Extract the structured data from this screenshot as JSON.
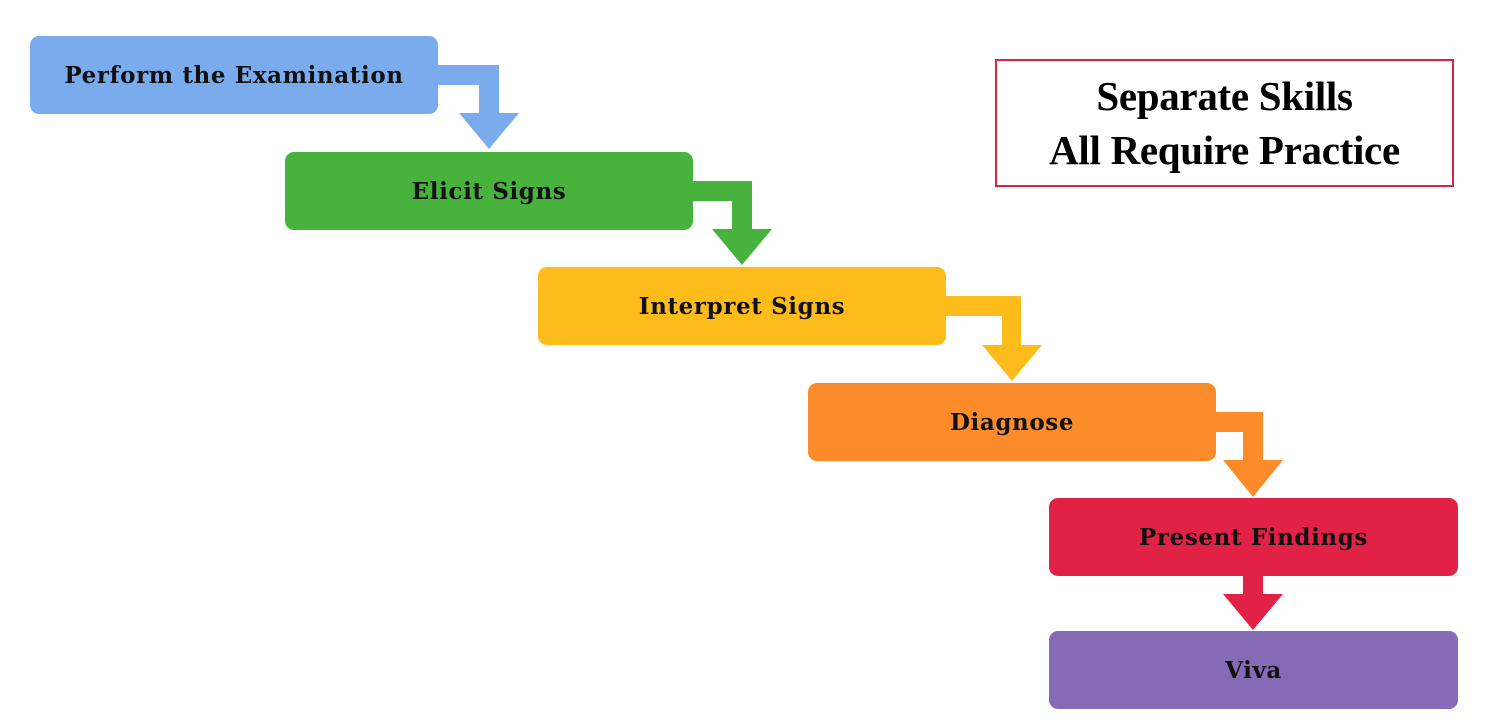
{
  "title": {
    "line1": "Separate Skills",
    "line2": "All Require Practice",
    "border_color": "#d7263d"
  },
  "steps": [
    {
      "label": "Perform the Examination",
      "color": "#7aaced"
    },
    {
      "label": "Elicit Signs",
      "color": "#47b33c"
    },
    {
      "label": "Interpret Signs",
      "color": "#fdbc1a"
    },
    {
      "label": "Diagnose",
      "color": "#fc8c2a"
    },
    {
      "label": "Present Findings",
      "color": "#e12246"
    },
    {
      "label": "Viva",
      "color": "#856bb6"
    }
  ]
}
